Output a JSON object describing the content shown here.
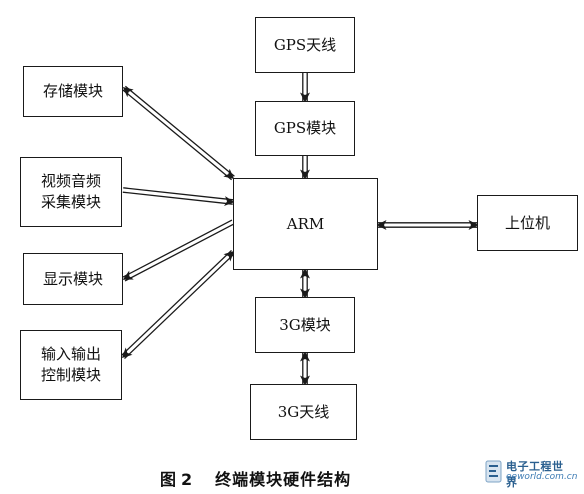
{
  "blocks": {
    "gps_antenna": "GPS天线",
    "gps_module": "GPS模块",
    "arm": "ARM",
    "host": "上位机",
    "g3_module": "3G模块",
    "g3_antenna": "3G天线",
    "storage": "存储模块",
    "av_capture": [
      "视频音频",
      "采集模块"
    ],
    "display": "显示模块",
    "io_control": [
      "输入输出",
      "控制模块"
    ]
  },
  "caption": {
    "label": "图",
    "number": "2",
    "title": "终端模块硬件结构"
  },
  "watermark": {
    "title": "电子工程世界",
    "url": "eeworld.com.cn",
    "color": "#2a5f8f"
  },
  "colors": {
    "line": "#1a1a1a",
    "background": "#ffffff"
  }
}
